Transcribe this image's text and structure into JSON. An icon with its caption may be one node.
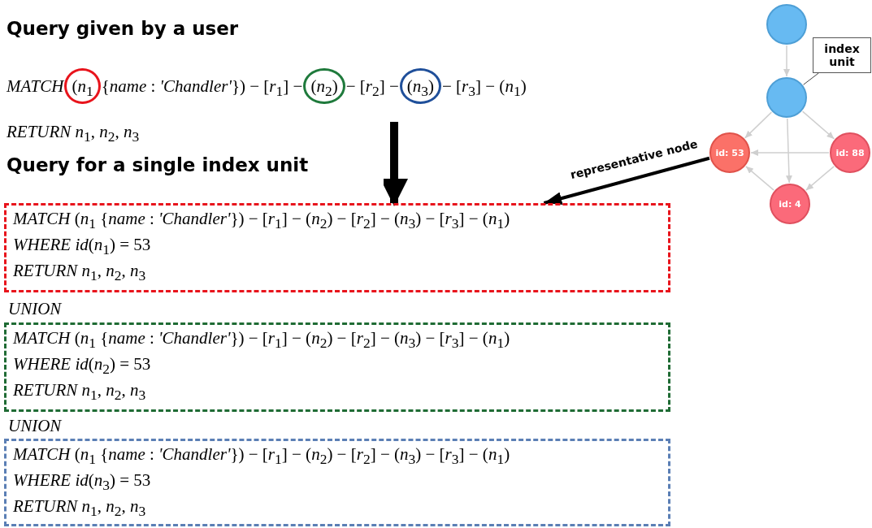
{
  "diagram": {
    "nodes": [
      {
        "text": [
          "*MATCH*",
          " {*name* : *'Chandler'*}) − [*r*$_{1}$] −",
          "− [*r*$_{2}$] −",
          "− [*r*$_{3}$] − (*n*$_{1}$)",
          "*RETURN n*$_{1}$, *n*$_{2}$, *n*$_{3}$"
        ]
      },
      {
        "text": [
          "(*n*$_{1}$"
        ],
        "in": 0
      },
      {
        "text": [
          "(*n*$_{2}$)"
        ],
        "in": 0
      },
      {
        "text": [
          "(*n*$_{3}$)"
        ],
        "in": 0
      },
      {
        "text": [
          "*MATCH* (*n*$_{1}$ {*name* : *'Chandler'*}) − [*r*$_{1}$] − (*n*$_{2}$) − [*r*$_{2}$] − (*n*$_{3}$) − [*r*$_{3}$] − (*n*$_{1}$)",
          "*WHERE id*(*n*$_{1}$) = 53",
          "*RETURN n*$_{1}$, *n*$_{2}$, *n*$_{3}$"
        ]
      },
      {
        "text": [
          "*MATCH* (*n*$_{1}$ {*name* : *'Chandler'*}) − [*r*$_{1}$] − (*n*$_{2}$) − [*r*$_{2}$] − (*n*$_{3}$) − [*r*$_{3}$] − (*n*$_{1}$)",
          "*WHERE id*(*n*$_{2}$) = 53",
          "*RETURN n*$_{1}$, *n*$_{2}$, *n*$_{3}$"
        ]
      },
      {
        "text": [
          "*MATCH* (*n*$_{1}$ {*name* : *'Chandler'*}) − [*r*$_{1}$] − (*n*$_{2}$) − [*r*$_{2}$] − (*n*$_{3}$) − [*r*$_{3}$] − (*n*$_{1}$)",
          "*WHERE id*(*n*$_{3}$) = 53",
          "*RETURN n*$_{1}$, *n*$_{2}$, *n*$_{3}$"
        ]
      },
      {
        "text": [],
        "shape": "circle"
      },
      {
        "text": [],
        "shape": "circle"
      },
      {
        "text": [
          "id: 53"
        ]
      },
      {
        "text": [
          "id: 88"
        ]
      },
      {
        "text": [
          "id: 4"
        ]
      },
      {
        "text": [
          "index unit"
        ]
      }
    ],
    "edges": [
      {
        "from": 0,
        "to": 4,
        "arrow": "to",
        "style": "thick",
        "color": "#000000"
      },
      {
        "from": 7,
        "to": 8,
        "arrow": "to"
      },
      {
        "from": 8,
        "to": 9,
        "arrow": "to"
      },
      {
        "from": 8,
        "to": 11,
        "arrow": "to"
      },
      {
        "from": 8,
        "to": 10,
        "arrow": "to"
      },
      {
        "from": 10,
        "to": 9,
        "arrow": "to"
      },
      {
        "from": 11,
        "to": 9,
        "arrow": "to"
      },
      {
        "from": 10,
        "to": 11,
        "arrow": "to"
      },
      {
        "from": 12,
        "to": 8,
        "arrow": "none",
        "color": "#444444"
      },
      {
        "from": 9,
        "to": 4,
        "arrow": "to",
        "label": "representative node",
        "style": "thick",
        "color": "#000000"
      }
    ],
    "labels": [
      "Query given by a user",
      "Query for a single index unit",
      "UNION",
      "UNION"
    ]
  }
}
